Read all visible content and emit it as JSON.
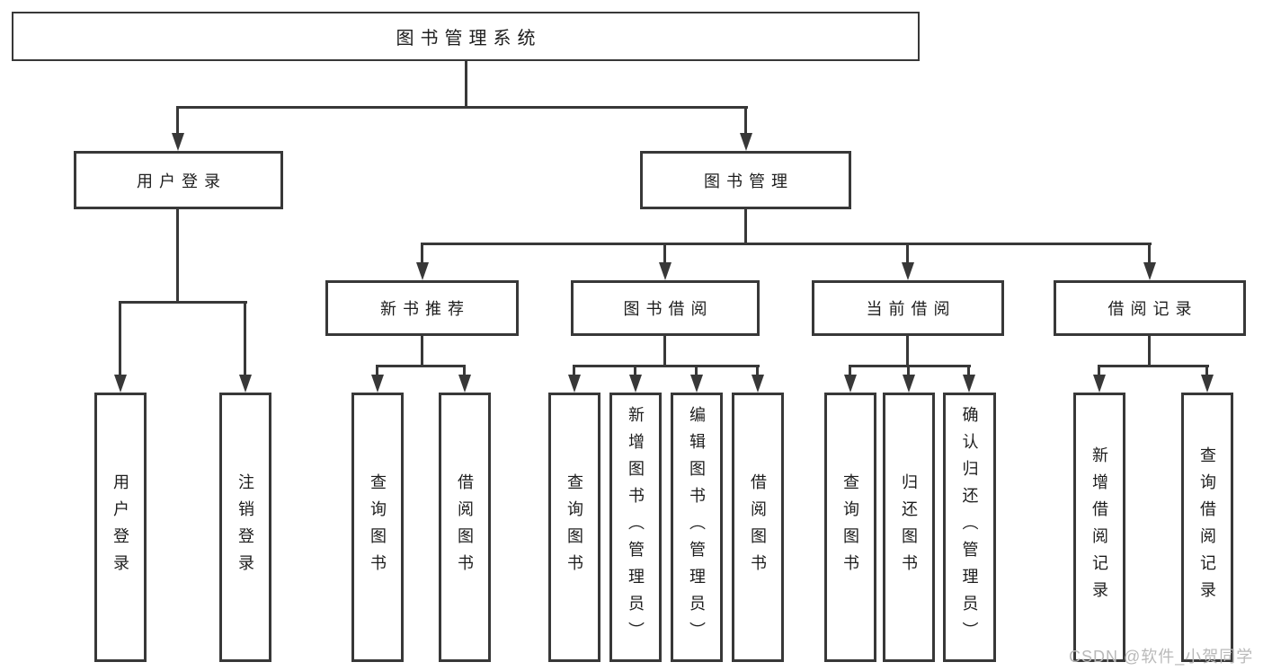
{
  "page": {
    "background": "#ffffff"
  },
  "diagram": {
    "type": "hierarchy-tree",
    "line_color": "#383838",
    "text_color": "#1d1d1d",
    "tree": {
      "label": "图书管理系统",
      "children": [
        {
          "label": "用户登录",
          "children": [
            {
              "label": "用户登录"
            },
            {
              "label": "注销登录"
            }
          ]
        },
        {
          "label": "图书管理",
          "children": [
            {
              "label": "新书推荐",
              "children": [
                {
                  "label": "查询图书"
                },
                {
                  "label": "借阅图书"
                }
              ]
            },
            {
              "label": "图书借阅",
              "children": [
                {
                  "label": "查询图书"
                },
                {
                  "label": "新增图书（管理员）"
                },
                {
                  "label": "编辑图书（管理员）"
                },
                {
                  "label": "借阅图书"
                }
              ]
            },
            {
              "label": "当前借阅",
              "children": [
                {
                  "label": "查询图书"
                },
                {
                  "label": "归还图书"
                },
                {
                  "label": "确认归还（管理员）"
                }
              ]
            },
            {
              "label": "借阅记录",
              "children": [
                {
                  "label": "新增借阅记录"
                },
                {
                  "label": "查询借阅记录"
                }
              ]
            }
          ]
        }
      ]
    }
  },
  "watermark": {
    "text": "CSDN @软件_小贺同学",
    "color": "#b9b9b9"
  }
}
